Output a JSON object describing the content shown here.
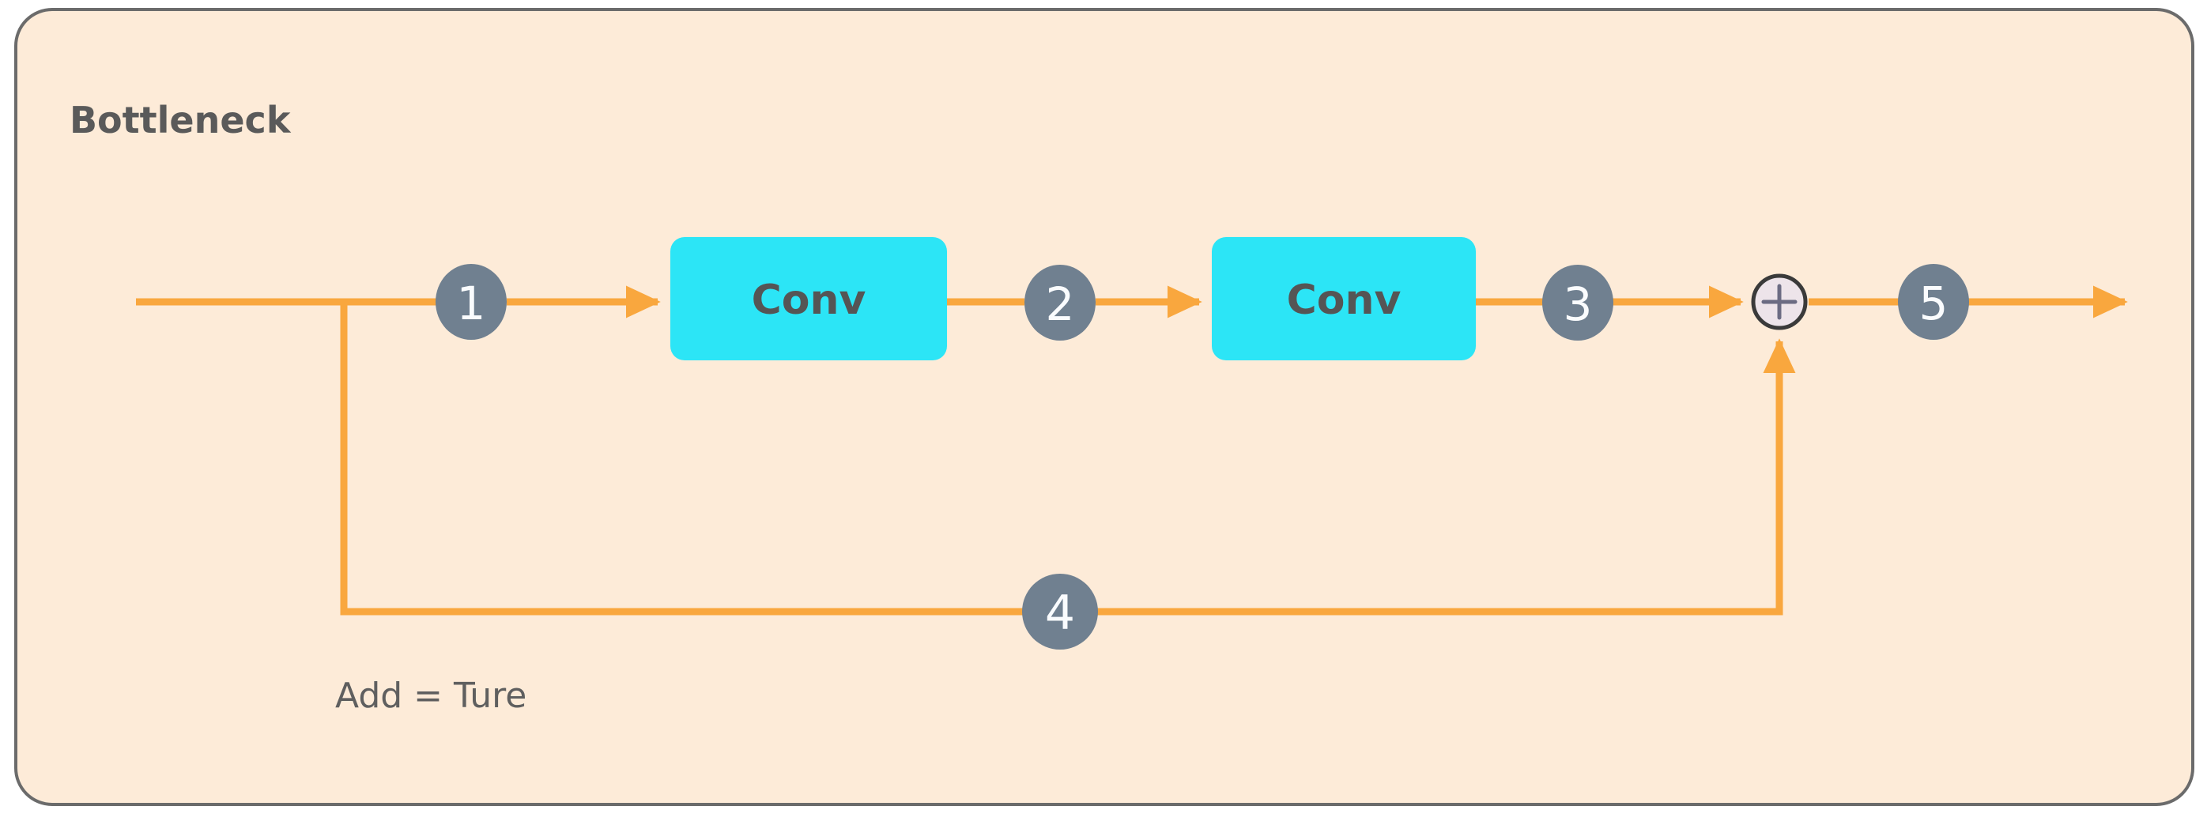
{
  "container": {
    "title": "Bottleneck",
    "fill_color": "#FDEBD8",
    "border_color": "#6B6B6B",
    "title_color": "#5A5A5A"
  },
  "palette": {
    "flow_line": "#F9A73E",
    "badge_fill": "#708090",
    "badge_text": "#FAFCFE",
    "conv_fill": "#2CE5F6",
    "conv_text": "#555555",
    "add_node_fill": "#EDE4EA",
    "add_node_border": "#3A3A3A",
    "add_node_glyph": "#6B6B83",
    "note_text": "#5F5F5F"
  },
  "blocks": [
    {
      "id": "conv-1",
      "label": "Conv"
    },
    {
      "id": "conv-2",
      "label": "Conv"
    }
  ],
  "badges": [
    {
      "id": "badge-1",
      "label": "1"
    },
    {
      "id": "badge-2",
      "label": "2"
    },
    {
      "id": "badge-3",
      "label": "3"
    },
    {
      "id": "badge-4",
      "label": "4"
    },
    {
      "id": "badge-5",
      "label": "5"
    }
  ],
  "add_node": {
    "id": "add-node",
    "glyph": "+"
  },
  "note": {
    "text": "Add = Ture"
  }
}
